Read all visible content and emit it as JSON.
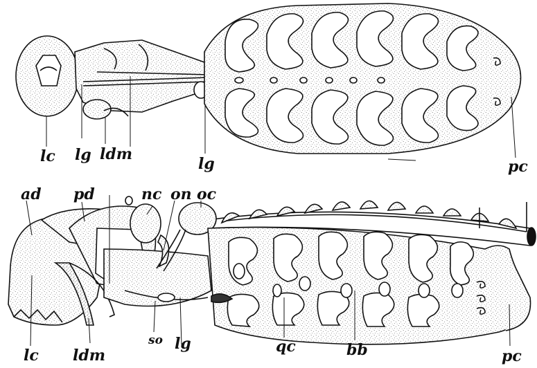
{
  "figure": {
    "top_labels": {
      "lc": "lc",
      "lg_left": "lg",
      "ldm": "ldm",
      "lg_mid": "lg",
      "pc": "pc"
    },
    "bottom_labels": {
      "ad": "ad",
      "pd": "pd",
      "nc": "nc",
      "on": "on",
      "oc": "oc",
      "lc": "lc",
      "ldm": "ldm",
      "so": "so",
      "lg": "lg",
      "qc": "qc",
      "bb": "bb",
      "pc": "pc"
    },
    "colors": {
      "ink": "#111111",
      "stipple": "#6b6b6b",
      "paper": "#ffffff"
    }
  }
}
